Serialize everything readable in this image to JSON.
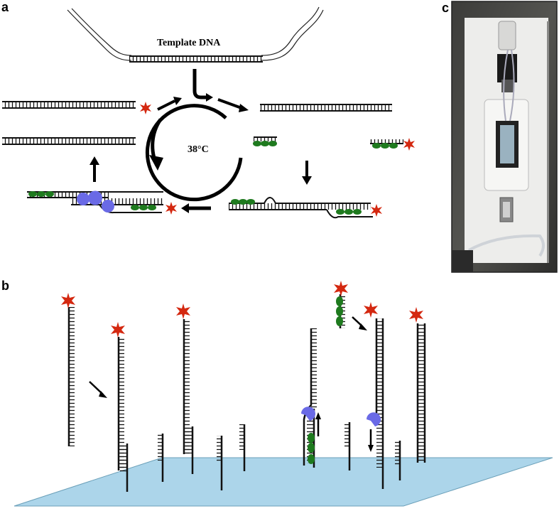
{
  "panels": {
    "a": "a",
    "b": "b",
    "c": "c"
  },
  "labels": {
    "template": "Template DNA",
    "temperature": "38°C"
  },
  "colors": {
    "strand": "#111111",
    "protein_green": "#1e7a1e",
    "polymerase_blue": "#6a6ae6",
    "star_red": "#d42810",
    "surface_blue": "#acd5ea"
  },
  "icons": [
    "star-label-icon",
    "recombinase-protein-icon",
    "polymerase-icon",
    "arrow-icon"
  ]
}
